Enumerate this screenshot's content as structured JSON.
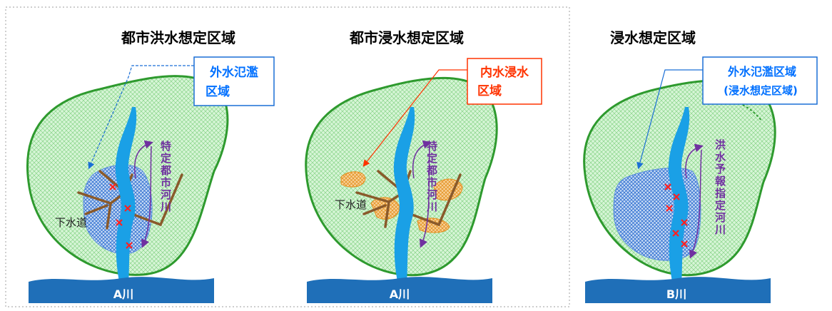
{
  "colors": {
    "zone_fill": "#d6f5d6",
    "zone_stroke": "#2e9a2e",
    "flood_fill": "#2f7fd6",
    "river": "#1aa0e6",
    "sewer": "#8a5a2b",
    "inland_flood": "#f2a93b",
    "arrow_purple": "#7030a0",
    "arrow_red": "#ff3300",
    "arrow_blue": "#1a6fd6",
    "label_blue": "#0070ff",
    "label_red": "#ff3300",
    "cross_red": "#ff2020",
    "sea": "#1f6fb8",
    "frame": "#aaaaaa"
  },
  "panels": [
    {
      "title": "都市洪水想定区域",
      "callout": [
        "外水氾濫",
        "区域"
      ],
      "river_label": "特定都市河川",
      "sewer_label": "下水道",
      "sea_label": "A川"
    },
    {
      "title": "都市浸水想定区域",
      "callout": [
        "内水浸水",
        "区域"
      ],
      "river_label": "特定都市河川",
      "sewer_label": "下水道",
      "sea_label": "A川"
    },
    {
      "title": "浸水想定区域",
      "callout": [
        "外水氾濫区域",
        "(浸水想定区域)"
      ],
      "river_label": "洪水予報指定河川",
      "sea_label": "B川"
    }
  ]
}
